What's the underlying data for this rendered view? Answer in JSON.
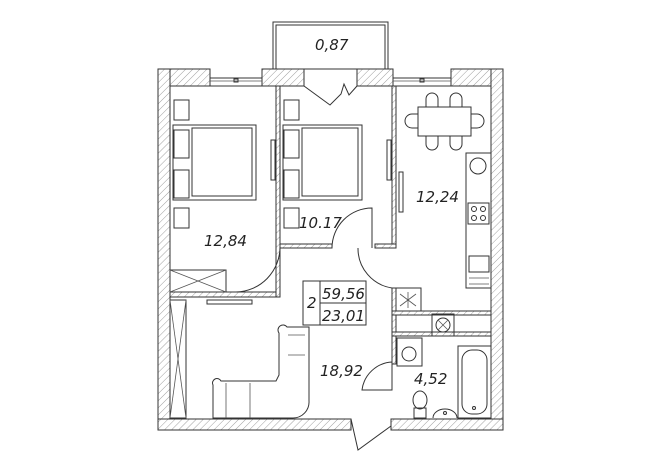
{
  "plan": {
    "rooms": [
      {
        "id": "balcony",
        "area": "0,87"
      },
      {
        "id": "bedroom-1",
        "area": "12,84"
      },
      {
        "id": "bedroom-2",
        "area": "10.17"
      },
      {
        "id": "kitchen",
        "area": "12,24"
      },
      {
        "id": "living-room",
        "area": "18,92"
      },
      {
        "id": "bathroom",
        "area": "4,52"
      }
    ],
    "summary": {
      "rooms_count": "2",
      "total_area": "59,56",
      "living_area": "23,01"
    }
  }
}
